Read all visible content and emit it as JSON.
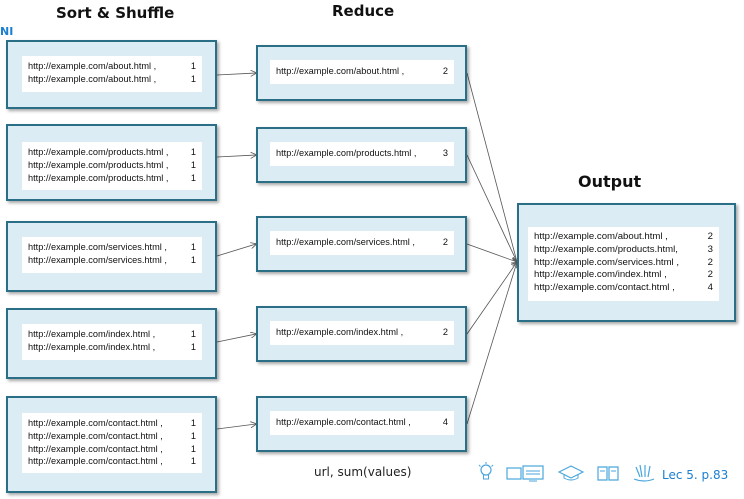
{
  "headings": {
    "sort_shuffle": "Sort & Shuffle",
    "reduce": "Reduce",
    "output": "Output"
  },
  "edge_fragment": "NI",
  "shuffle_groups": [
    {
      "rows": [
        [
          "http://example.com/about.html ,",
          "1"
        ],
        [
          "http://example.com/about.html ,",
          "1"
        ]
      ]
    },
    {
      "rows": [
        [
          "http://example.com/products.html ,",
          "1"
        ],
        [
          "http://example.com/products.html ,",
          "1"
        ],
        [
          "http://example.com/products.html ,",
          "1"
        ]
      ]
    },
    {
      "rows": [
        [
          "http://example.com/services.html ,",
          "1"
        ],
        [
          "http://example.com/services.html ,",
          "1"
        ]
      ]
    },
    {
      "rows": [
        [
          "http://example.com/index.html ,",
          "1"
        ],
        [
          "http://example.com/index.html ,",
          "1"
        ]
      ]
    },
    {
      "rows": [
        [
          "http://example.com/contact.html ,",
          "1"
        ],
        [
          "http://example.com/contact.html ,",
          "1"
        ],
        [
          "http://example.com/contact.html ,",
          "1"
        ],
        [
          "http://example.com/contact.html ,",
          "1"
        ]
      ]
    }
  ],
  "reduce_results": [
    [
      "http://example.com/about.html ,",
      "2"
    ],
    [
      "http://example.com/products.html ,",
      "3"
    ],
    [
      "http://example.com/services.html ,",
      "2"
    ],
    [
      "http://example.com/index.html ,",
      "2"
    ],
    [
      "http://example.com/contact.html ,",
      "4"
    ]
  ],
  "output_rows": [
    [
      "http://example.com/about.html ,",
      "2"
    ],
    [
      "http://example.com/products.html,",
      "3"
    ],
    [
      "http://example.com/services.html ,",
      "2"
    ],
    [
      "http://example.com/index.html ,",
      "2"
    ],
    [
      "http://example.com/contact.html ,",
      "4"
    ]
  ],
  "reduce_caption": "url, sum(values)",
  "footer": {
    "icons": [
      "lightbulb-icon",
      "screen-icon",
      "graduation-cap-icon",
      "book-icon",
      "hands-icon"
    ],
    "page_ref": "Lec 5. p.83"
  }
}
